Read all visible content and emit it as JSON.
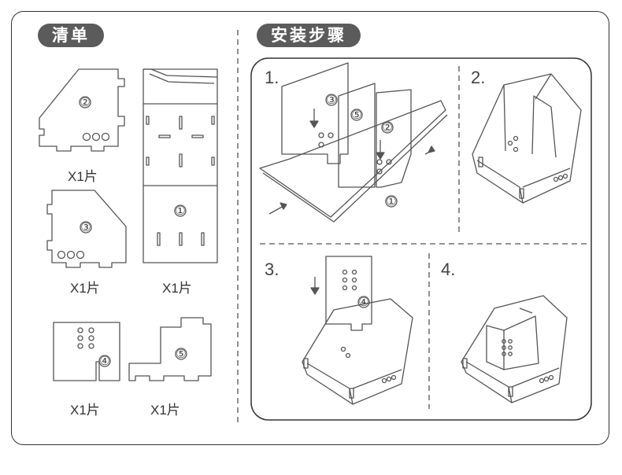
{
  "parts_title": "清单",
  "steps_title": "安装步骤",
  "parts": [
    {
      "number": "②",
      "qty": "X1片"
    },
    {
      "number": "③",
      "qty": "X1片"
    },
    {
      "number": "①",
      "qty": "X1片"
    },
    {
      "number": "④",
      "qty": "X1片"
    },
    {
      "number": "⑤",
      "qty": "X1片"
    }
  ],
  "steps": [
    "1.",
    "2.",
    "3.",
    "4."
  ],
  "step1_markers": [
    "③",
    "⑤",
    "②",
    "①"
  ],
  "step3_marker": "④"
}
